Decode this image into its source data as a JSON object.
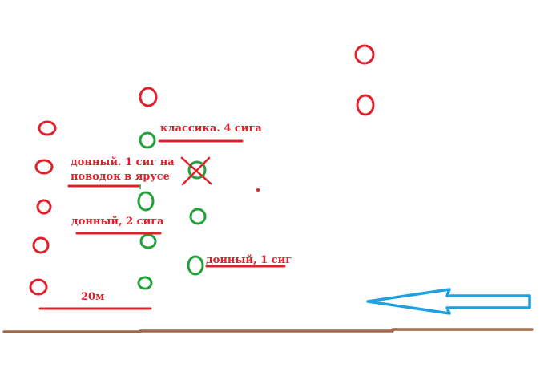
{
  "labels": {
    "classic": "классика. 4 сига",
    "bottom_one_line1": "донный. 1 сиг на",
    "bottom_one_line2": "поводок в ярусе",
    "bottom_two": "донный, 2 сига",
    "bottom_one_right": "донный, 1 сиг",
    "distance": "20м"
  },
  "colors": {
    "red_marker": "#e0202a",
    "green_marker": "#22a03a",
    "arrow": "#1fa0e0",
    "ground": "#a0694a"
  },
  "icons": {
    "crossed_marker": "x-cross-icon",
    "direction": "arrow-left-icon"
  }
}
